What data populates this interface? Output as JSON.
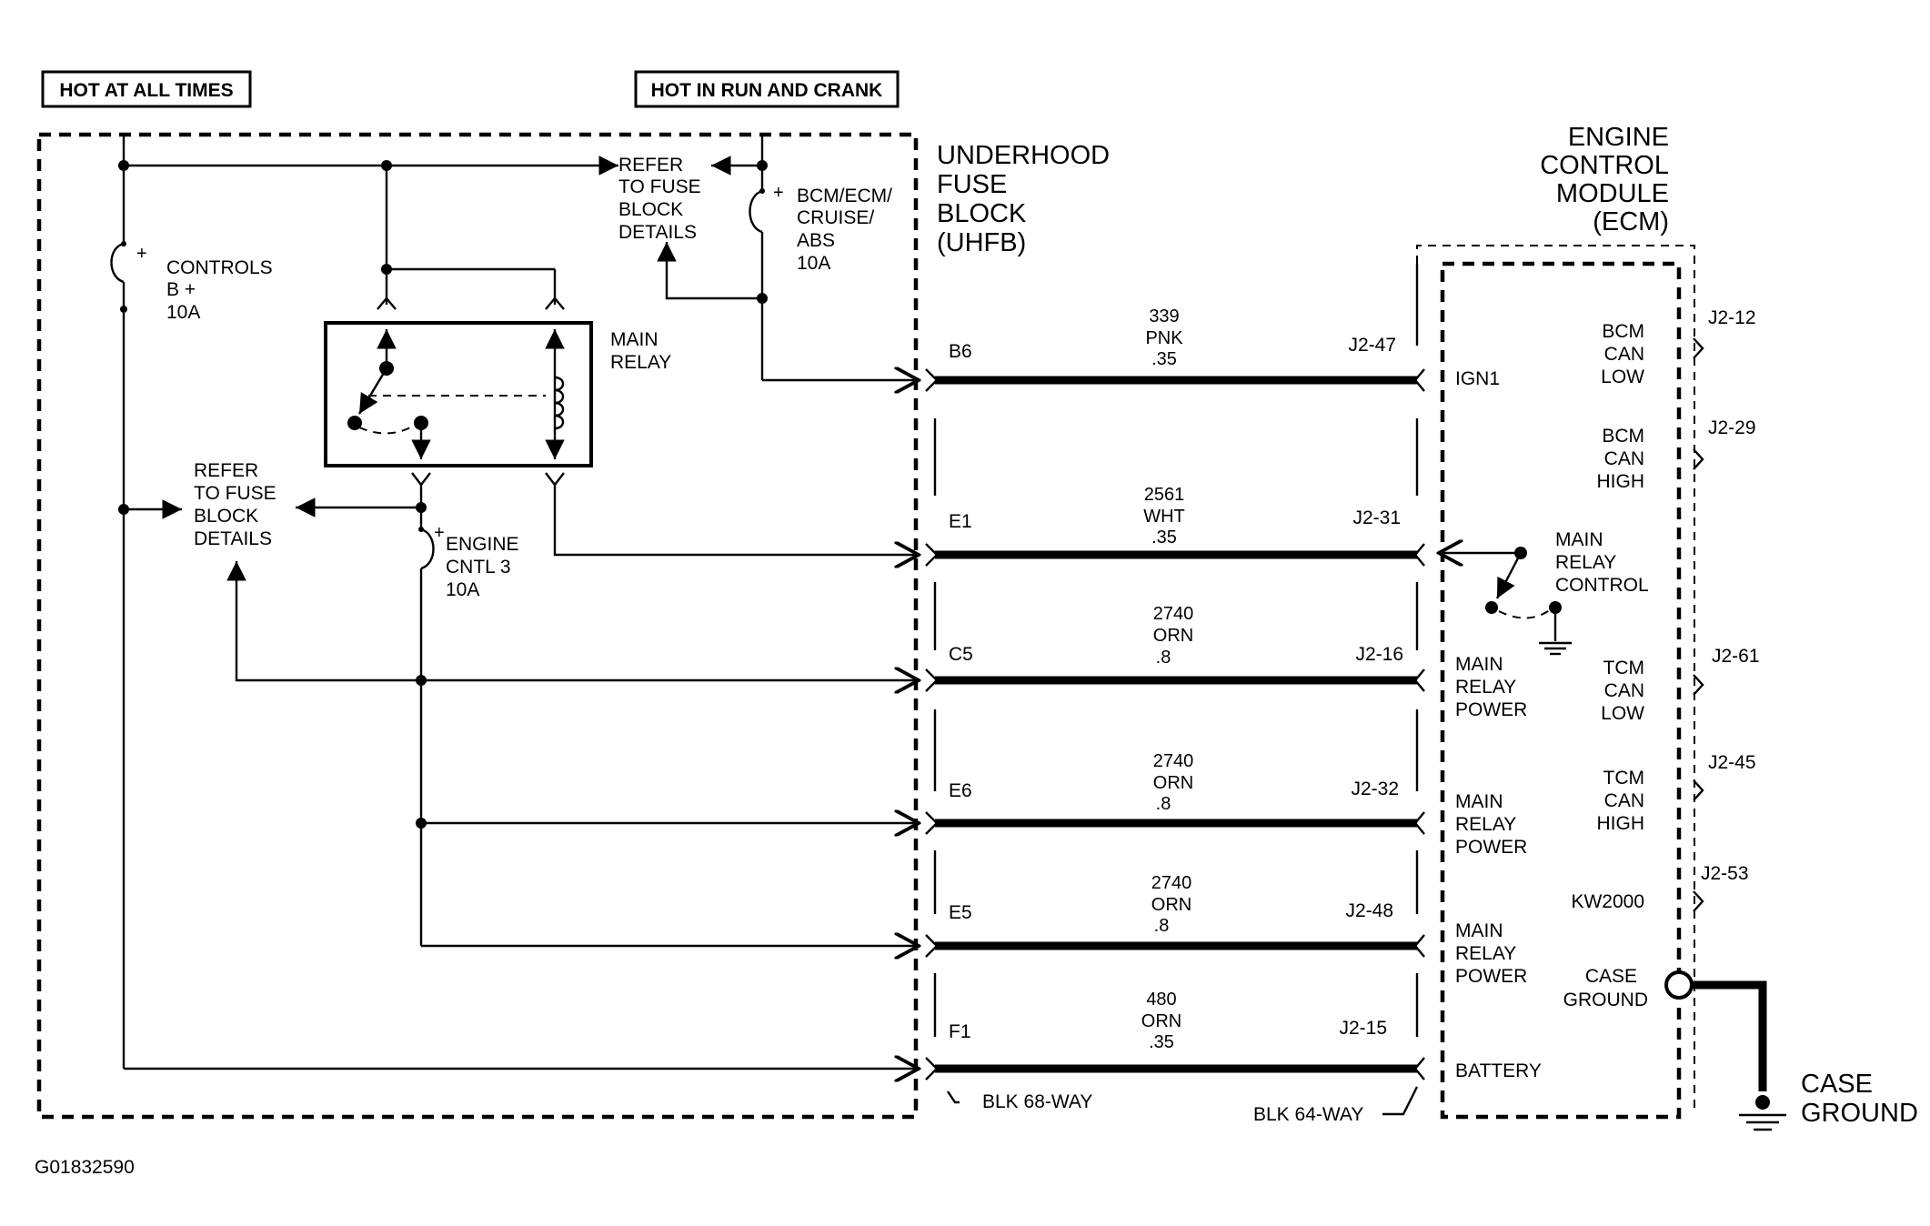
{
  "headers": {
    "hot_at_all_times": "HOT AT ALL TIMES",
    "hot_in_run": "HOT IN RUN AND CRANK"
  },
  "uhfb": {
    "line1": "UNDERHOOD",
    "line2": "FUSE",
    "line3": "BLOCK",
    "line4": "(UHFB)"
  },
  "ecm": {
    "line1": "ENGINE",
    "line2": "CONTROL",
    "line3": "MODULE",
    "line4": "(ECM)"
  },
  "fuses": {
    "controls": {
      "plus": "+",
      "l1": "CONTROLS",
      "l2": "B +",
      "l3": "10A"
    },
    "bcm": {
      "plus": "+",
      "l1": "BCM/ECM/",
      "l2": "CRUISE/",
      "l3": "ABS",
      "l4": "10A"
    },
    "engine": {
      "plus": "+",
      "l1": "ENGINE",
      "l2": "CNTL 3",
      "l3": "10A"
    }
  },
  "refer_top": {
    "l1": "REFER",
    "l2": "TO FUSE",
    "l3": "BLOCK",
    "l4": "DETAILS"
  },
  "refer_mid": {
    "l1": "REFER",
    "l2": "TO FUSE",
    "l3": "BLOCK",
    "l4": "DETAILS"
  },
  "main_relay": {
    "l1": "MAIN",
    "l2": "RELAY"
  },
  "circuits": [
    {
      "uhfb_pin": "B6",
      "circuit": "339",
      "color": "PNK",
      "gauge": ".35",
      "ecm_pin": "J2-47",
      "ecm_label": [
        "IGN1"
      ]
    },
    {
      "uhfb_pin": "E1",
      "circuit": "2561",
      "color": "WHT",
      "gauge": ".35",
      "ecm_pin": "J2-31",
      "ecm_label": []
    },
    {
      "uhfb_pin": "C5",
      "circuit": "2740",
      "color": "ORN",
      "gauge": ".8",
      "ecm_pin": "J2-16",
      "ecm_label": [
        "MAIN",
        "RELAY",
        "POWER"
      ]
    },
    {
      "uhfb_pin": "E6",
      "circuit": "2740",
      "color": "ORN",
      "gauge": ".8",
      "ecm_pin": "J2-32",
      "ecm_label": [
        "MAIN",
        "RELAY",
        "POWER"
      ]
    },
    {
      "uhfb_pin": "E5",
      "circuit": "2740",
      "color": "ORN",
      "gauge": ".8",
      "ecm_pin": "J2-48",
      "ecm_label": [
        "MAIN",
        "RELAY",
        "POWER"
      ]
    },
    {
      "uhfb_pin": "F1",
      "circuit": "480",
      "color": "ORN",
      "gauge": ".35",
      "ecm_pin": "J2-15",
      "ecm_label": [
        "BATTERY"
      ]
    }
  ],
  "relay_control": {
    "l1": "MAIN",
    "l2": "RELAY",
    "l3": "CONTROL"
  },
  "ecm_right": [
    {
      "pin": "J2-12",
      "label": [
        "BCM",
        "CAN",
        "LOW"
      ]
    },
    {
      "pin": "J2-29",
      "label": [
        "BCM",
        "CAN",
        "HIGH"
      ]
    },
    {
      "pin": "J2-61",
      "label": [
        "TCM",
        "CAN",
        "LOW"
      ]
    },
    {
      "pin": "J2-45",
      "label": [
        "TCM",
        "CAN",
        "HIGH"
      ]
    },
    {
      "pin": "J2-53",
      "label": [
        "KW2000"
      ]
    }
  ],
  "case_ground_internal": {
    "l1": "CASE",
    "l2": "GROUND"
  },
  "case_ground_external": {
    "l1": "CASE",
    "l2": "GROUND"
  },
  "connectors": {
    "left": "BLK 68-WAY",
    "right": "BLK 64-WAY"
  },
  "figure_id": "G01832590"
}
